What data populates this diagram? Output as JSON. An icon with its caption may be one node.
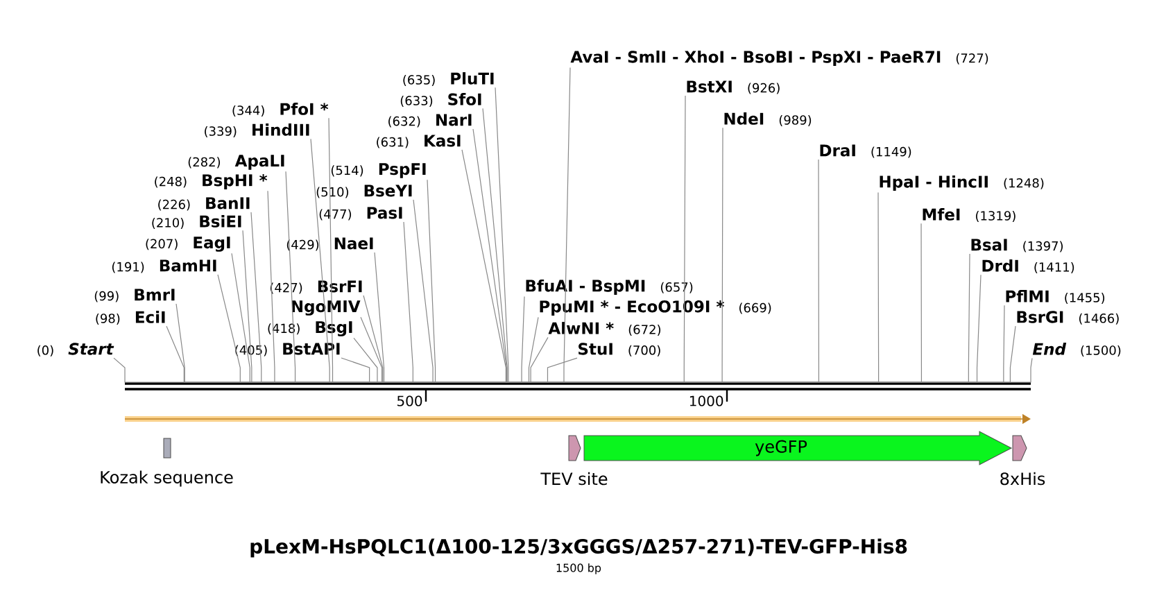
{
  "diagram": {
    "title": "pLexM-HsPQLC1(Δ100-125/3xGGGS/Δ257-271)-TEV-GFP-His8",
    "caption": "1500 bp",
    "nodes": [
      {
        "text": [
          "(0)",
          "Start"
        ]
      },
      {
        "text": [
          "(98)",
          "EciI"
        ]
      },
      {
        "text": [
          "(99)",
          "BmrI"
        ]
      },
      {
        "text": [
          "(191)",
          "BamHI"
        ]
      },
      {
        "text": [
          "(207)",
          "EagI"
        ]
      },
      {
        "text": [
          "(210)",
          "BsiEI"
        ]
      },
      {
        "text": [
          "(226)",
          "BanII"
        ]
      },
      {
        "text": [
          "(248)",
          "BspHI *"
        ]
      },
      {
        "text": [
          "(282)",
          "ApaLI"
        ]
      },
      {
        "text": [
          "(339)",
          "HindIII"
        ]
      },
      {
        "text": [
          "(344)",
          "PfoI *"
        ]
      },
      {
        "text": [
          "(405)",
          "BstAPI"
        ]
      },
      {
        "text": [
          "(418)",
          "BsgI"
        ]
      },
      {
        "text": [
          "NgoMIV"
        ]
      },
      {
        "text": [
          "(427)",
          "BsrFI"
        ]
      },
      {
        "text": [
          "(429)",
          "NaeI"
        ]
      },
      {
        "text": [
          "(477)",
          "PasI"
        ]
      },
      {
        "text": [
          "(510)",
          "BseYI"
        ]
      },
      {
        "text": [
          "(514)",
          "PspFI"
        ]
      },
      {
        "text": [
          "(631)",
          "KasI"
        ]
      },
      {
        "text": [
          "(632)",
          "NarI"
        ]
      },
      {
        "text": [
          "(633)",
          "SfoI"
        ]
      },
      {
        "text": [
          "(635)",
          "PluTI"
        ]
      },
      {
        "text": [
          "AvaI - SmlI - XhoI - BsoBI - PspXI - PaeR7I",
          "(727)"
        ]
      },
      {
        "text": [
          "BfuAI - BspMI",
          "(657)"
        ]
      },
      {
        "text": [
          "PpuMI * - EcoO109I *",
          "(669)"
        ]
      },
      {
        "text": [
          "AlwNI *",
          "(672)"
        ]
      },
      {
        "text": [
          "StuI",
          "(700)"
        ]
      },
      {
        "text": [
          "BstXI",
          "(926)"
        ]
      },
      {
        "text": [
          "NdeI",
          "(989)"
        ]
      },
      {
        "text": [
          "DraI",
          "(1149)"
        ]
      },
      {
        "text": [
          "HpaI - HincII",
          "(1248)"
        ]
      },
      {
        "text": [
          "MfeI",
          "(1319)"
        ]
      },
      {
        "text": [
          "BsaI",
          "(1397)"
        ]
      },
      {
        "text": [
          "DrdI",
          "(1411)"
        ]
      },
      {
        "text": [
          "PflMI",
          "(1455)"
        ]
      },
      {
        "text": [
          "BsrGI",
          "(1466)"
        ]
      },
      {
        "text": [
          "End",
          "(1500)"
        ]
      },
      {
        "text": [
          "Kozak sequence"
        ]
      },
      {
        "text": [
          "TEV site"
        ]
      },
      {
        "text": [
          "yeGFP"
        ]
      },
      {
        "text": [
          "8xHis"
        ]
      },
      {
        "text": [],
        "shape": "bar"
      }
    ],
    "edges": [
      {
        "from": 0,
        "to": 42,
        "arrow": "none"
      },
      {
        "from": 1,
        "to": 42,
        "arrow": "none"
      },
      {
        "from": 2,
        "to": 42,
        "arrow": "none"
      },
      {
        "from": 3,
        "to": 42,
        "arrow": "none"
      },
      {
        "from": 4,
        "to": 42,
        "arrow": "none"
      },
      {
        "from": 5,
        "to": 42,
        "arrow": "none"
      },
      {
        "from": 6,
        "to": 42,
        "arrow": "none"
      },
      {
        "from": 7,
        "to": 42,
        "arrow": "none"
      },
      {
        "from": 8,
        "to": 42,
        "arrow": "none"
      },
      {
        "from": 9,
        "to": 42,
        "arrow": "none"
      },
      {
        "from": 10,
        "to": 42,
        "arrow": "none"
      },
      {
        "from": 11,
        "to": 42,
        "arrow": "none"
      },
      {
        "from": 12,
        "to": 42,
        "arrow": "none"
      },
      {
        "from": 13,
        "to": 42,
        "arrow": "none"
      },
      {
        "from": 14,
        "to": 42,
        "arrow": "none"
      },
      {
        "from": 15,
        "to": 42,
        "arrow": "none"
      },
      {
        "from": 16,
        "to": 42,
        "arrow": "none"
      },
      {
        "from": 17,
        "to": 42,
        "arrow": "none"
      },
      {
        "from": 18,
        "to": 42,
        "arrow": "none"
      },
      {
        "from": 19,
        "to": 42,
        "arrow": "none"
      },
      {
        "from": 20,
        "to": 42,
        "arrow": "none"
      },
      {
        "from": 21,
        "to": 42,
        "arrow": "none"
      },
      {
        "from": 22,
        "to": 42,
        "arrow": "none"
      },
      {
        "from": 23,
        "to": 42,
        "arrow": "none"
      },
      {
        "from": 24,
        "to": 42,
        "arrow": "none"
      },
      {
        "from": 25,
        "to": 42,
        "arrow": "none"
      },
      {
        "from": 26,
        "to": 42,
        "arrow": "none"
      },
      {
        "from": 27,
        "to": 42,
        "arrow": "none"
      },
      {
        "from": 28,
        "to": 42,
        "arrow": "none"
      },
      {
        "from": 29,
        "to": 42,
        "arrow": "none"
      },
      {
        "from": 30,
        "to": 42,
        "arrow": "none"
      },
      {
        "from": 31,
        "to": 42,
        "arrow": "none"
      },
      {
        "from": 32,
        "to": 42,
        "arrow": "none"
      },
      {
        "from": 33,
        "to": 42,
        "arrow": "none"
      },
      {
        "from": 34,
        "to": 42,
        "arrow": "none"
      },
      {
        "from": 35,
        "to": 42,
        "arrow": "none"
      },
      {
        "from": 36,
        "to": 42,
        "arrow": "none"
      },
      {
        "from": 37,
        "to": 42,
        "arrow": "none"
      }
    ],
    "labels": [
      "500",
      "1000"
    ]
  }
}
